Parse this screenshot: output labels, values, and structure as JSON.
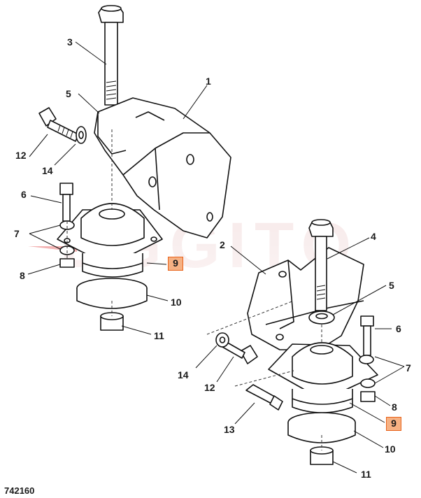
{
  "diagram": {
    "drawing_number": "742160",
    "watermark": "EGGITO",
    "accent_color": "#e8621a",
    "highlight_fill": "#f6b183",
    "upper_assembly": {
      "labels": [
        "1",
        "3",
        "5",
        "12",
        "14",
        "6",
        "7",
        "8",
        "10",
        "11"
      ],
      "highlight": "9"
    },
    "lower_assembly": {
      "labels": [
        "2",
        "4",
        "5",
        "6",
        "7",
        "14",
        "12",
        "13",
        "8",
        "10",
        "11"
      ],
      "highlight": "9"
    }
  }
}
